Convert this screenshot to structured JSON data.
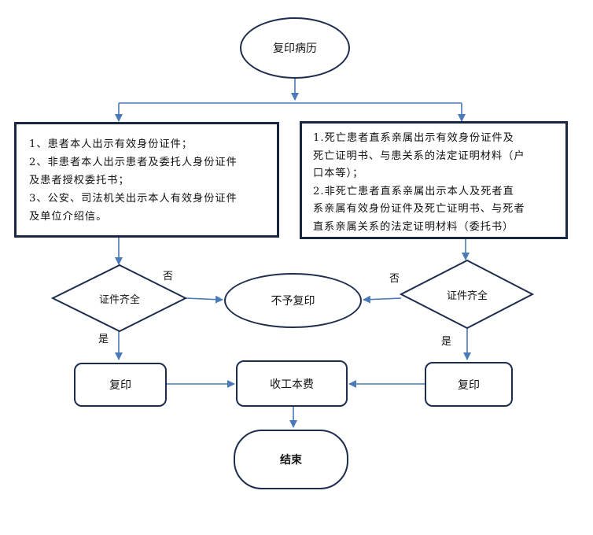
{
  "nodes": {
    "start": "复印病历",
    "left_requirements": [
      "1、患者本人出示有效身份证件；",
      "2、非患者本人出示患者及委托人身份证件",
      "   及患者授权委托书；",
      "3、公安、司法机关出示本人有效身份证件",
      "   及单位介绍信。"
    ],
    "right_requirements": [
      "1.死亡患者直系亲属出示有效身份证件及",
      "死亡证明书、与患关系的法定证明材料（户",
      "口本等）；",
      "  2.非死亡患者直系亲属出示本人及死者直",
      "系亲属有效身份证件及死亡证明书、与死者",
      "直系亲属关系的法定证明材料（委托书）"
    ],
    "check_left": "证件齐全",
    "check_right": "证件齐全",
    "reject": "不予复印",
    "copy_left": "复印",
    "copy_right": "复印",
    "fee": "收工本费",
    "end": "结束"
  },
  "labels": {
    "no_left": "否",
    "no_right": "否",
    "yes_left": "是",
    "yes_right": "是"
  },
  "colors": {
    "arrow": "#4a7ab8",
    "border": "#1e2d4d"
  }
}
